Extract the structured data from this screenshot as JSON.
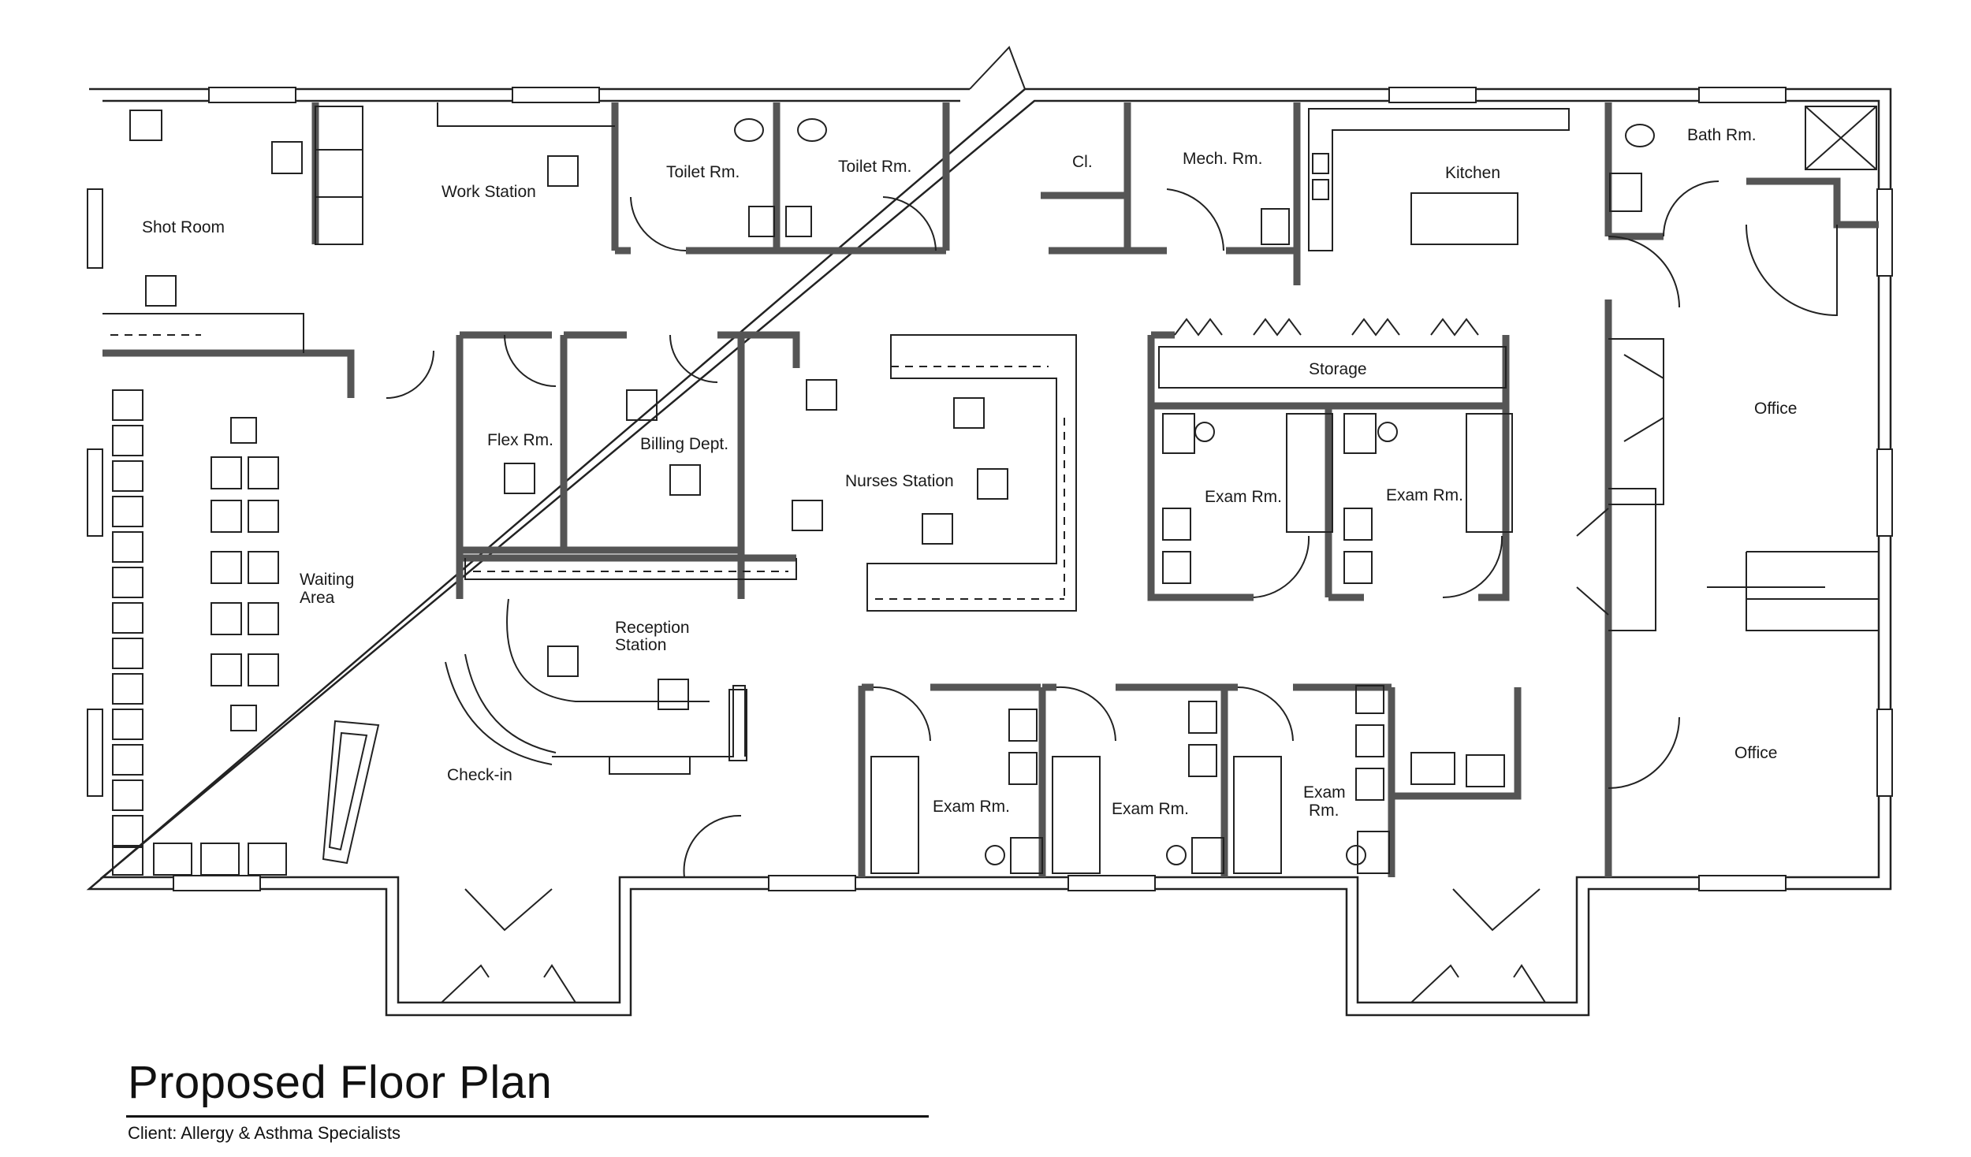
{
  "plan": {
    "title": "Proposed Floor Plan",
    "client": "Client: Allergy & Asthma Specialists",
    "rooms": {
      "shot_room": "Shot Room",
      "work_station": "Work Station",
      "toilet_1": "Toilet Rm.",
      "toilet_2": "Toilet Rm.",
      "closet": "Cl.",
      "mech": "Mech. Rm.",
      "kitchen": "Kitchen",
      "bath": "Bath Rm.",
      "storage": "Storage",
      "office_1": "Office",
      "office_2": "Office",
      "waiting_1": "Waiting",
      "waiting_2": "Area",
      "flex": "Flex Rm.",
      "billing": "Billing Dept.",
      "nurses": "Nurses Station",
      "exam_1": "Exam Rm.",
      "exam_2": "Exam Rm.",
      "reception_1": "Reception",
      "reception_2": "Station",
      "checkin": "Check-in",
      "exam_3": "Exam Rm.",
      "exam_4": "Exam Rm.",
      "exam_5a": "Exam",
      "exam_5b": "Rm."
    }
  },
  "colors": {
    "wall": "#4a4a4a",
    "line": "#222222",
    "window": "#ffffff"
  }
}
